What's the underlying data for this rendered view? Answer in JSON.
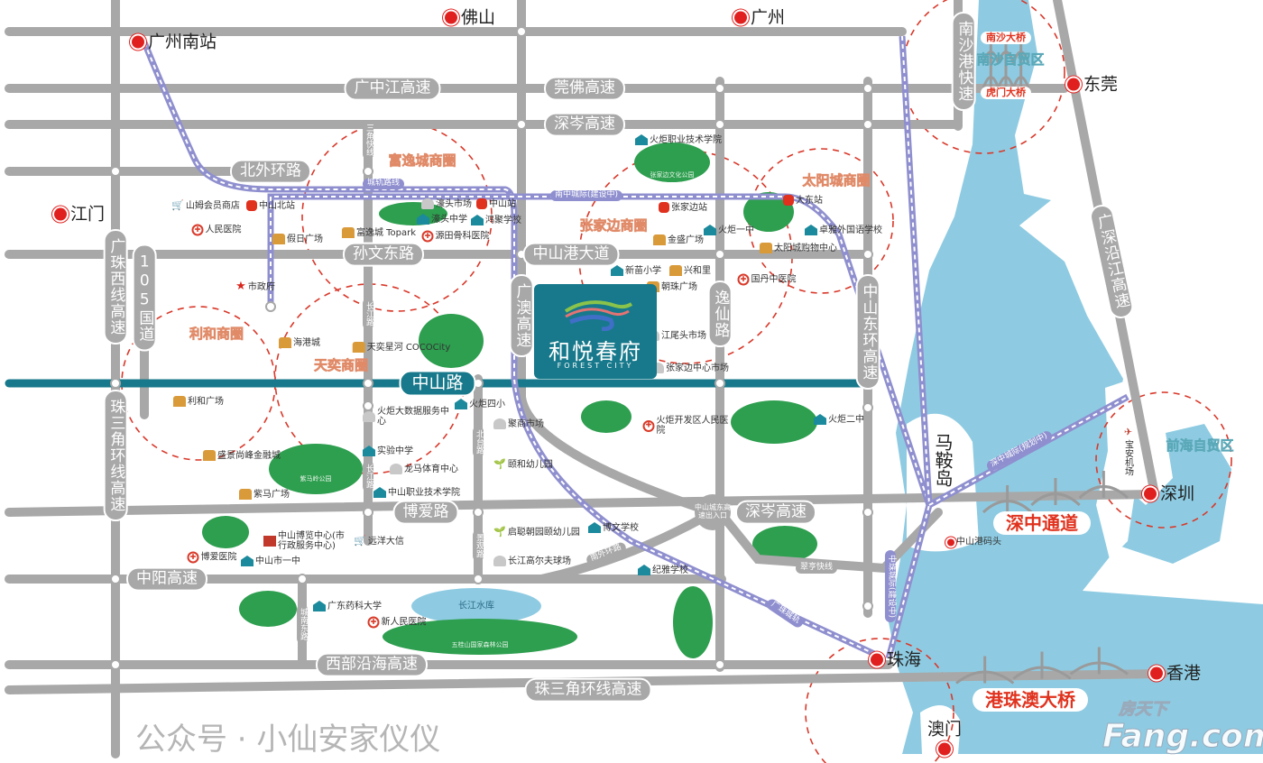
{
  "colors": {
    "road": "#a8a8a8",
    "main_road": "#17798b",
    "rail": "#8f8fcf",
    "water": "#8ecbe2",
    "park": "#2e9e4f",
    "circle": "#d9382a",
    "city": "#e0201e"
  },
  "project": {
    "name": "和悦春府",
    "subtitle": "FOREST CITY"
  },
  "cities": [
    "佛山",
    "广州",
    "广州南站",
    "东莞",
    "江门",
    "深圳",
    "珠海",
    "香港",
    "澳门"
  ],
  "roads": [
    "广中江高速",
    "莞佛高速",
    "深岑高速",
    "北外环路",
    "孙文东路",
    "中山港大道",
    "博爱路",
    "深岑高速",
    "中阳高速",
    "西部沿海高速",
    "珠三角环线高速"
  ],
  "main_road": "中山路",
  "vroads": [
    "广珠西线高速",
    "105国道",
    "广澳高速",
    "逸仙路",
    "中山东环高速",
    "南沙港快速",
    "广深沿江高速",
    "珠三角环线高速"
  ],
  "small_vroads": [
    "三角快线",
    "长江路",
    "长江路",
    "北台路",
    "景观路",
    "城南东路"
  ],
  "small_hroads": [
    "翠亨快线",
    "南外环路"
  ],
  "interchange": "中山城东高速出入口",
  "rail_labels": [
    "城轨路线",
    "南中城际(建设中)",
    "深中城际(规划中)",
    "中珠城际(建设中)",
    "广珠城轨"
  ],
  "bridges": [
    "深中通道",
    "港珠澳大桥"
  ],
  "small_bridges": [
    "南沙大桥",
    "虎门大桥"
  ],
  "zones": [
    "南沙自贸区",
    "前海自贸区"
  ],
  "districts": [
    "富逸城商圈",
    "张家边商圈",
    "太阳城商圈",
    "利和商圈",
    "天奕商圈"
  ],
  "island": "马鞍岛",
  "pois": [
    {
      "name": "山姆会员商店",
      "icon": "shop"
    },
    {
      "name": "人民医院",
      "icon": "hospital"
    },
    {
      "name": "中山北站",
      "icon": "rail"
    },
    {
      "name": "假日广场",
      "icon": "mall"
    },
    {
      "name": "市政府",
      "icon": "star"
    },
    {
      "name": "富逸城 Topark",
      "icon": "mall"
    },
    {
      "name": "濠头市场",
      "icon": "market"
    },
    {
      "name": "濠头中学",
      "icon": "school"
    },
    {
      "name": "源田骨科医院",
      "icon": "hospital"
    },
    {
      "name": "鸿聚学校",
      "icon": "school"
    },
    {
      "name": "中山站",
      "icon": "rail"
    },
    {
      "name": "火炬职业技术学院",
      "icon": "school"
    },
    {
      "name": "张家边站",
      "icon": "rail"
    },
    {
      "name": "金盛广场",
      "icon": "mall"
    },
    {
      "name": "火炬一中",
      "icon": "school"
    },
    {
      "name": "大东站",
      "icon": "rail"
    },
    {
      "name": "太阳城购物中心",
      "icon": "mall"
    },
    {
      "name": "卓雅外国语学校",
      "icon": "school"
    },
    {
      "name": "国丹中医院",
      "icon": "hospital"
    },
    {
      "name": "新苗小学",
      "icon": "school"
    },
    {
      "name": "朝珠广场",
      "icon": "mall"
    },
    {
      "name": "兴和里",
      "icon": "mall"
    },
    {
      "name": "江尾头市场",
      "icon": "market"
    },
    {
      "name": "张家边中心市场",
      "icon": "market"
    },
    {
      "name": "海港城",
      "icon": "mall"
    },
    {
      "name": "天奕星河 COCOCity",
      "icon": "mall"
    },
    {
      "name": "利和广场",
      "icon": "mall"
    },
    {
      "name": "火炬大数据服务中心",
      "icon": "market"
    },
    {
      "name": "火炬四小",
      "icon": "school"
    },
    {
      "name": "聚商市场",
      "icon": "market"
    },
    {
      "name": "颐和幼儿园",
      "icon": "sprout"
    },
    {
      "name": "实验中学",
      "icon": "school"
    },
    {
      "name": "龙马体育中心",
      "icon": "market"
    },
    {
      "name": "盛景尚峰金融城",
      "icon": "mall"
    },
    {
      "name": "紫马广场",
      "icon": "mall"
    },
    {
      "name": "中山职业技术学院",
      "icon": "school"
    },
    {
      "name": "火炬开发区人民医院",
      "icon": "hospital"
    },
    {
      "name": "火炬二中",
      "icon": "school"
    },
    {
      "name": "中山博览中心(市行政服务中心)",
      "icon": "museum"
    },
    {
      "name": "远洋大信",
      "icon": "shop"
    },
    {
      "name": "博爱医院",
      "icon": "hospital"
    },
    {
      "name": "中山市一中",
      "icon": "school"
    },
    {
      "name": "启聪朝园颐幼儿园",
      "icon": "sprout"
    },
    {
      "name": "长江高尔夫球场",
      "icon": "market"
    },
    {
      "name": "博文学校",
      "icon": "school"
    },
    {
      "name": "纪雅学校",
      "icon": "school"
    },
    {
      "name": "广东药科大学",
      "icon": "school"
    },
    {
      "name": "新人民医院",
      "icon": "hospital"
    },
    {
      "name": "中山港码头",
      "icon": "dot"
    },
    {
      "name": "宝安机场",
      "icon": "plane"
    }
  ],
  "lake": "长江水库",
  "parks": [
    "张家边文化公园",
    "紫马岭公园",
    "五桂山国家森林公园"
  ],
  "watermark": {
    "wechat": "公众号 · 小仙安家仪仪",
    "brand": "房天下",
    "brand_url": "Fang.com"
  }
}
